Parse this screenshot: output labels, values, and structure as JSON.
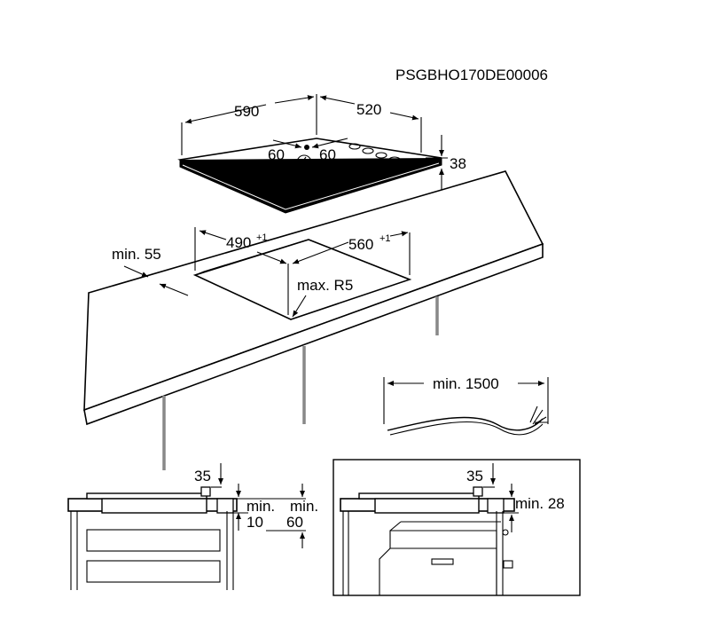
{
  "doc_code": "PSGBHO170DE00006",
  "hob": {
    "width": "590",
    "depth": "520",
    "burner_gap_left": "60",
    "burner_gap_right": "60",
    "height": "38"
  },
  "cutout": {
    "width": "490",
    "width_tol": "+1",
    "depth": "560",
    "depth_tol": "+1",
    "radius": "max. R5",
    "min_edge": "min. 55"
  },
  "cable": {
    "min_length": "min. 1500"
  },
  "section_left": {
    "clearance": "35",
    "min_a_line1": "min.",
    "min_a_line2": "10",
    "min_b_line1": "min.",
    "min_b_line2": "60"
  },
  "section_right": {
    "clearance": "35",
    "min": "min. 28"
  }
}
